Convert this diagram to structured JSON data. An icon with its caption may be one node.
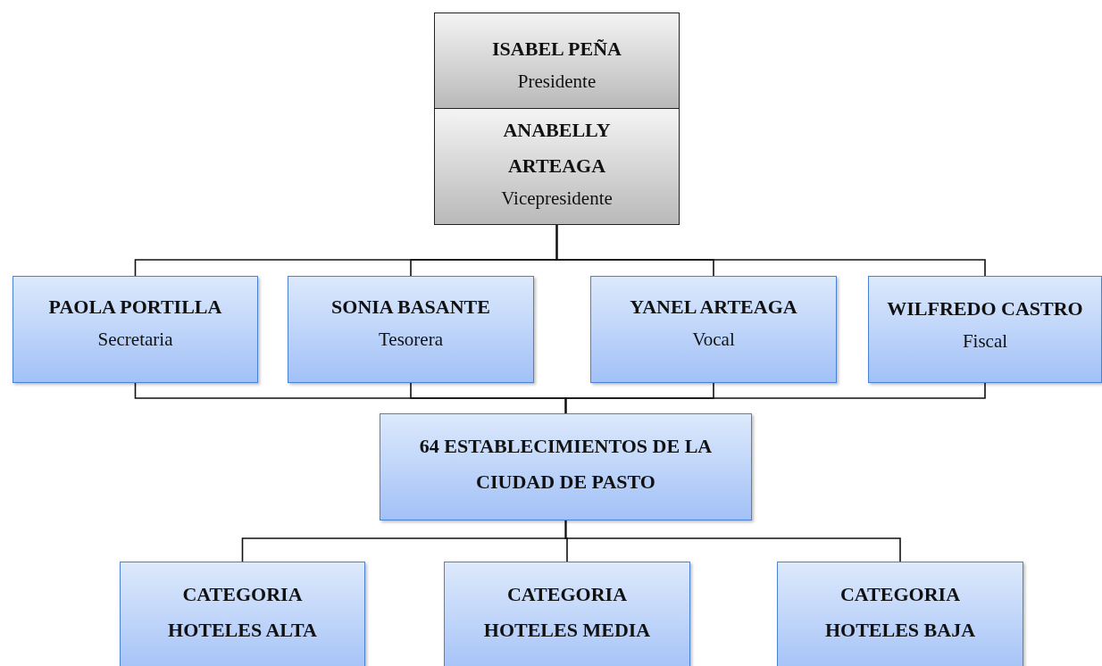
{
  "diagram": {
    "nodes": [
      {
        "text": [
          "ISABEL PEÑA",
          "Presidente"
        ]
      },
      {
        "text": [
          "ANABELLY ARTEAGA",
          "Vicepresidente"
        ]
      },
      {
        "text": [
          "PAOLA PORTILLA",
          "Secretaria"
        ]
      },
      {
        "text": [
          "SONIA BASANTE",
          "Tesorera"
        ]
      },
      {
        "text": [
          "YANEL ARTEAGA",
          "Vocal"
        ]
      },
      {
        "text": [
          "WILFREDO CASTRO",
          "Fiscal"
        ]
      },
      {
        "text": [
          "64 ESTABLECIMIENTOS DE LA CIUDAD DE PASTO"
        ]
      },
      {
        "text": [
          "CATEGORIA HOTELES ALTA"
        ]
      },
      {
        "text": [
          "CATEGORIA HOTELES MEDIA"
        ]
      },
      {
        "text": [
          "CATEGORIA HOTELES BAJA"
        ]
      }
    ],
    "edges": [
      {
        "from": 1,
        "to": 2,
        "arrow": "none"
      },
      {
        "from": 1,
        "to": 3,
        "arrow": "none"
      },
      {
        "from": 1,
        "to": 4,
        "arrow": "none"
      },
      {
        "from": 1,
        "to": 5,
        "arrow": "none"
      },
      {
        "from": 2,
        "to": 6,
        "arrow": "none"
      },
      {
        "from": 3,
        "to": 6,
        "arrow": "none"
      },
      {
        "from": 4,
        "to": 6,
        "arrow": "none"
      },
      {
        "from": 5,
        "to": 6,
        "arrow": "none"
      },
      {
        "from": 6,
        "to": 7,
        "arrow": "none"
      },
      {
        "from": 6,
        "to": 8,
        "arrow": "none"
      },
      {
        "from": 6,
        "to": 9,
        "arrow": "none"
      }
    ]
  }
}
